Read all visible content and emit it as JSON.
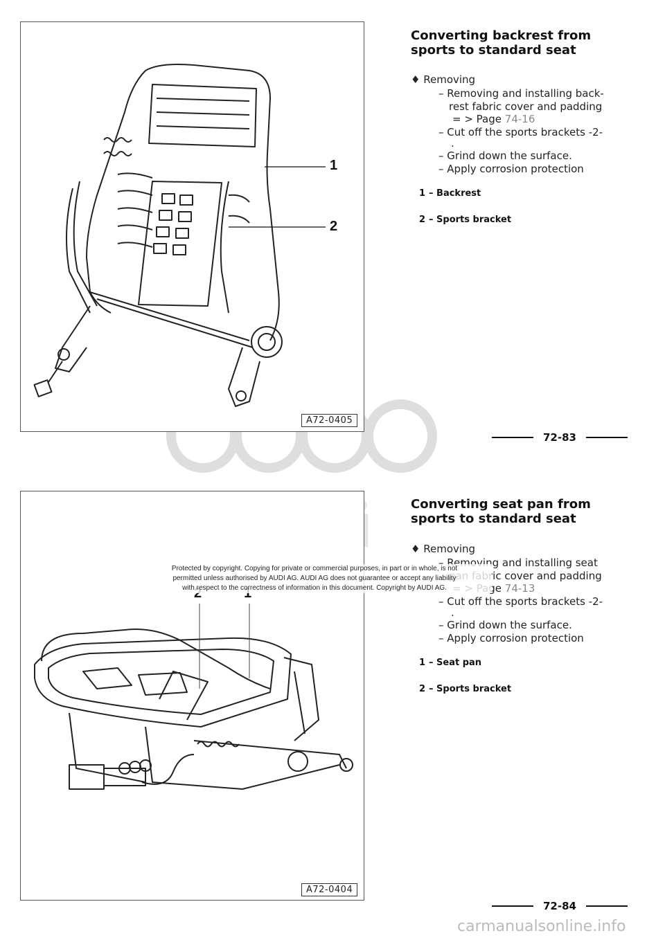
{
  "sections": [
    {
      "title_line1": "Converting backrest from",
      "title_line2": "sports to standard seat",
      "removing_label": "Removing",
      "steps": {
        "s1_line1": "Removing and installing back-",
        "s1_line2": "rest fabric cover and padding",
        "s1_page_prefix": "= > Page",
        "s1_page_ref": "74-16",
        "s2_line1": "Cut off the sports brackets -2-",
        "s2_line2": ".",
        "s3": "Grind down the surface.",
        "s4": "Apply corrosion protection"
      },
      "legend": [
        {
          "num": "1",
          "label": "Backrest"
        },
        {
          "num": "2",
          "label": "Sports bracket"
        }
      ],
      "figure_id": "A72-0405",
      "callouts": [
        "1",
        "2"
      ],
      "page_number": "72-83"
    },
    {
      "title_line1": "Converting seat pan from",
      "title_line2": "sports to standard seat",
      "removing_label": "Removing",
      "steps": {
        "s1_line1": "Removing and installing seat",
        "s1_line2": "pan fabric cover and padding",
        "s1_page_prefix": "= > Page",
        "s1_page_ref": "74-13",
        "s2_line1": "Cut off the sports brackets -2-",
        "s2_line2": ".",
        "s3": "Grind down the surface.",
        "s4": "Apply corrosion protection"
      },
      "legend": [
        {
          "num": "1",
          "label": "Seat pan"
        },
        {
          "num": "2",
          "label": "Sports bracket"
        }
      ],
      "figure_id": "A72-0404",
      "callouts": [
        "2",
        "1"
      ],
      "page_number": "72-84"
    }
  ],
  "dash": "–",
  "bullet_icon": "diamond-bullet-icon",
  "copyright_lines": [
    "Protected by copyright. Copying for private or commercial purposes, in part or in whole, is not",
    "permitted unless authorised by AUDI AG. AUDI AG does not guarantee or accept any liability",
    "with respect to the correctness of information in this document. Copyright by AUDI AG."
  ],
  "footer_url": "carmanualsonline.info",
  "colors": {
    "text": "#111111",
    "page_ref": "#888888",
    "watermark": "#dddddd"
  }
}
